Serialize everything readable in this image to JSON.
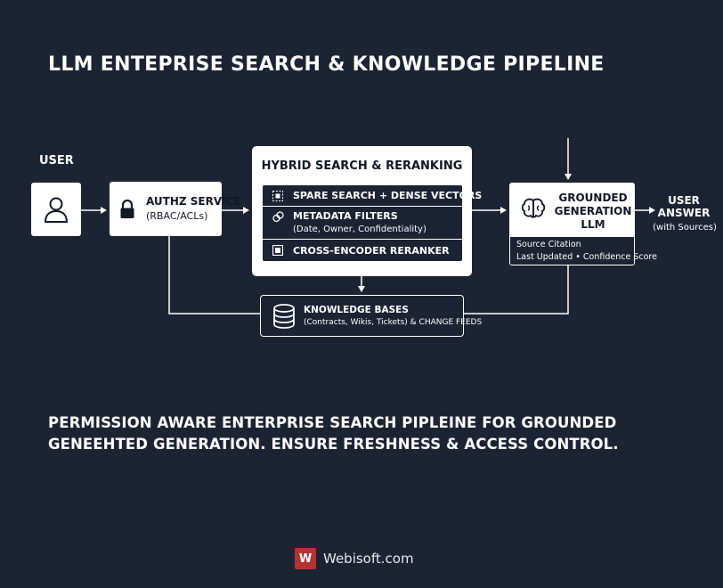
{
  "title": "LLM ENTEPRISE SEARCH & KNOWLEDGE PIPELINE",
  "user": {
    "label": "USER",
    "icon": "user-icon"
  },
  "authz": {
    "title": "AUTHZ SERVICE",
    "subtitle": "(RBAC/ACLs)",
    "icon": "lock-icon"
  },
  "hybrid": {
    "title": "HYBRID SEARCH & RERANKING",
    "rows": [
      {
        "text": "SPARE SEARCH + DENSE VECTORS",
        "icon": "vector-grid-icon"
      },
      {
        "text": "METADATA FILTERS",
        "sub": "(Date, Owner, Confidentiality)",
        "icon": "filter-icon"
      },
      {
        "text": "CROSS-ENCODER RERANKER",
        "icon": "reranker-icon"
      }
    ]
  },
  "grounded": {
    "title_lines": [
      "GROUNDED",
      "GENERATION",
      "LLM"
    ],
    "line1": "Source Citation",
    "line2": "Last Updated • Confidence Score",
    "icon": "brain-icon"
  },
  "knowledge": {
    "title": "KNOWLEDGE BASES",
    "subtitle": "(Contracts, Wikis, Tickets) & CHANGE FEEDS",
    "icon": "database-icon"
  },
  "answer": {
    "line1": "USER",
    "line2": "ANSWER",
    "sub": "(with Sources)"
  },
  "caption": {
    "line1": "PERMISSION AWARE ENTERPRISE SEARCH PIPLEINE FOR GROUNDED",
    "line2": "GENEEHTED GENERATION. ENSURE FRESHNESS & ACCESS CONTROL."
  },
  "footer": {
    "logo": "W",
    "brand": "Webisoft.com"
  },
  "colors": {
    "background": "#1c2333",
    "box": "#ffffff",
    "accent": "#b23434"
  }
}
